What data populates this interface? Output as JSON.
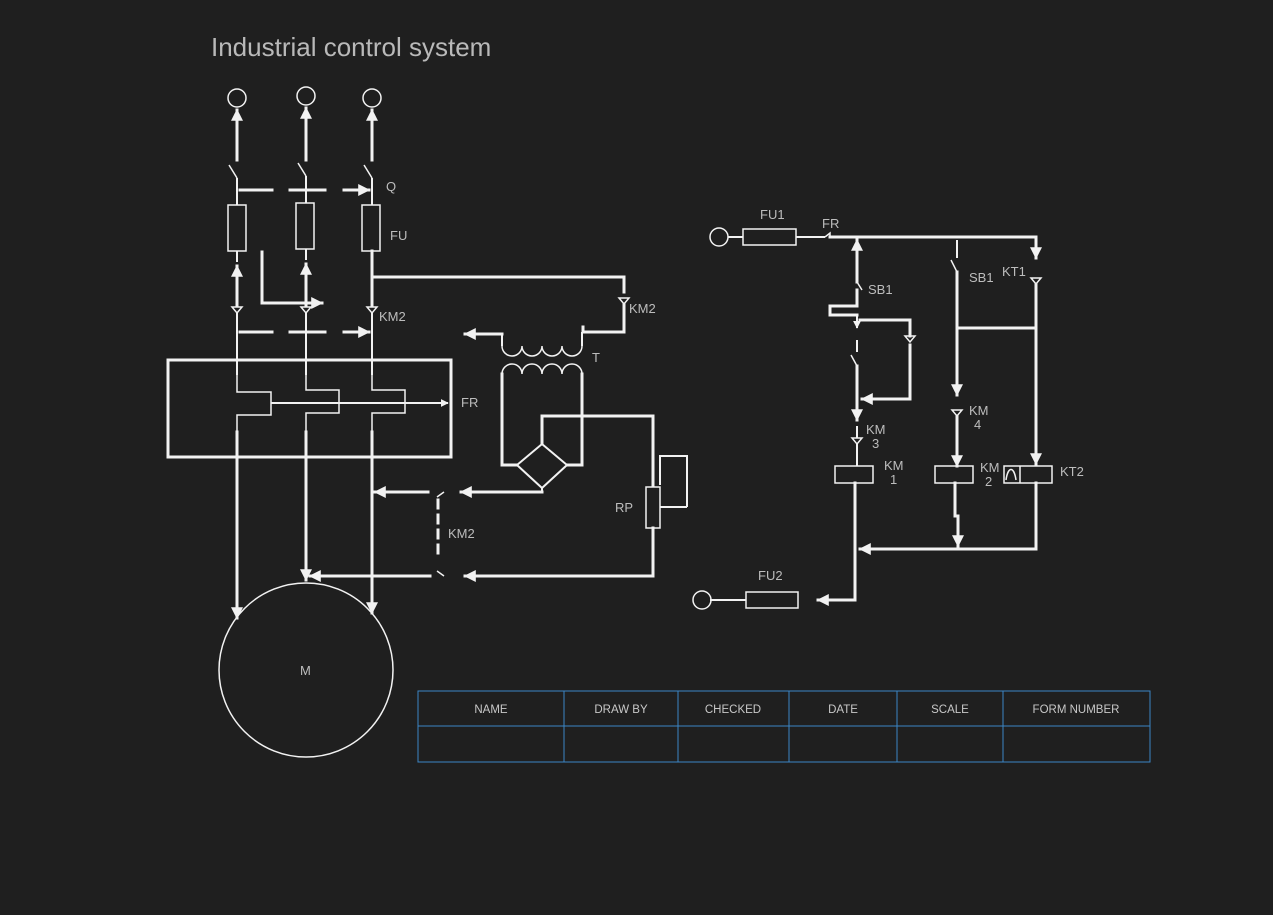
{
  "title": "Industrial control system",
  "labels": {
    "q": "Q",
    "fu": "FU",
    "km2_main": "KM2",
    "fr_main": "FR",
    "km2_upper": "KM2",
    "t": "T",
    "rp": "RP",
    "km2_lower": "KM2",
    "m": "M",
    "fu1": "FU1",
    "fr_ctrl": "FR",
    "sb1_left": "SB1",
    "sb1_right": "SB1",
    "kt1": "KT1",
    "km3_a": "KM",
    "km3_b": "3",
    "km4_a": "KM",
    "km4_b": "4",
    "km1_a": "KM",
    "km1_b": "1",
    "km2c_a": "KM",
    "km2c_b": "2",
    "kt2": "KT2",
    "fu2": "FU2"
  },
  "table": {
    "headers": [
      "NAME",
      "DRAW BY",
      "CHECKED",
      "DATE",
      "SCALE",
      "FORM NUMBER"
    ]
  },
  "colors": {
    "background": "#1f1f1f",
    "wire": "#f2f2f2",
    "table_border": "#3b86c6",
    "text": "#bdbdbd"
  }
}
